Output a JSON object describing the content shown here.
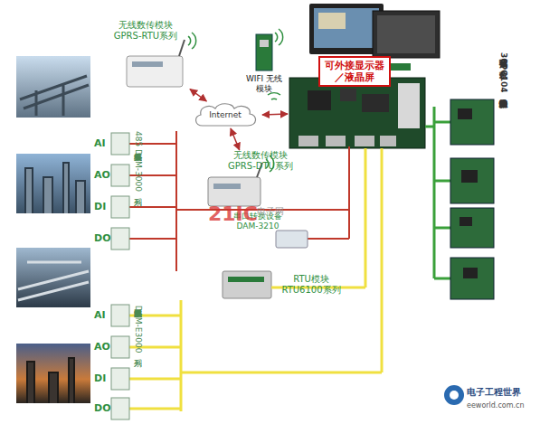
{
  "diagram": {
    "nodes": [
      {
        "text": [
          "无线数传模块 GPRS-RTU系列"
        ]
      },
      {
        "text": [
          "WIFI 无线模块"
        ]
      },
      {
        "text": [
          "可外接显示器／液晶屏"
        ]
      },
      {
        "text": [
          "Internet"
        ]
      },
      {
        "text": [
          "无线数传模块 GPRS-DTU系列"
        ]
      },
      {
        "text": [
          "AI"
        ]
      },
      {
        "text": [
          "AO"
        ]
      },
      {
        "text": [
          "DI"
        ]
      },
      {
        "text": [
          "DO"
        ]
      },
      {
        "text": [
          "串口转换设备 DAM-3210"
        ]
      },
      {
        "text": [
          "RTU模块 RTU6100系列"
        ]
      },
      {
        "text": [
          "AI"
        ]
      },
      {
        "text": [
          "AO"
        ]
      },
      {
        "text": [
          "DI"
        ]
      },
      {
        "text": [
          "DO"
        ]
      }
    ],
    "edges": [
      {
        "from": 0,
        "to": 3,
        "arrow": "both"
      },
      {
        "from": 4,
        "to": 3,
        "arrow": "both"
      }
    ],
    "labels": [
      "485分布式采集模块 DAM-3000系列",
      "以太网分布式采集模块 DAM-E3000系列",
      "可接我公司30余款PC104数据采集板卡快速构成多种专业设备",
      "21IC",
      "电子网",
      "电子工程世界",
      "eeworld.com.cn"
    ]
  }
}
